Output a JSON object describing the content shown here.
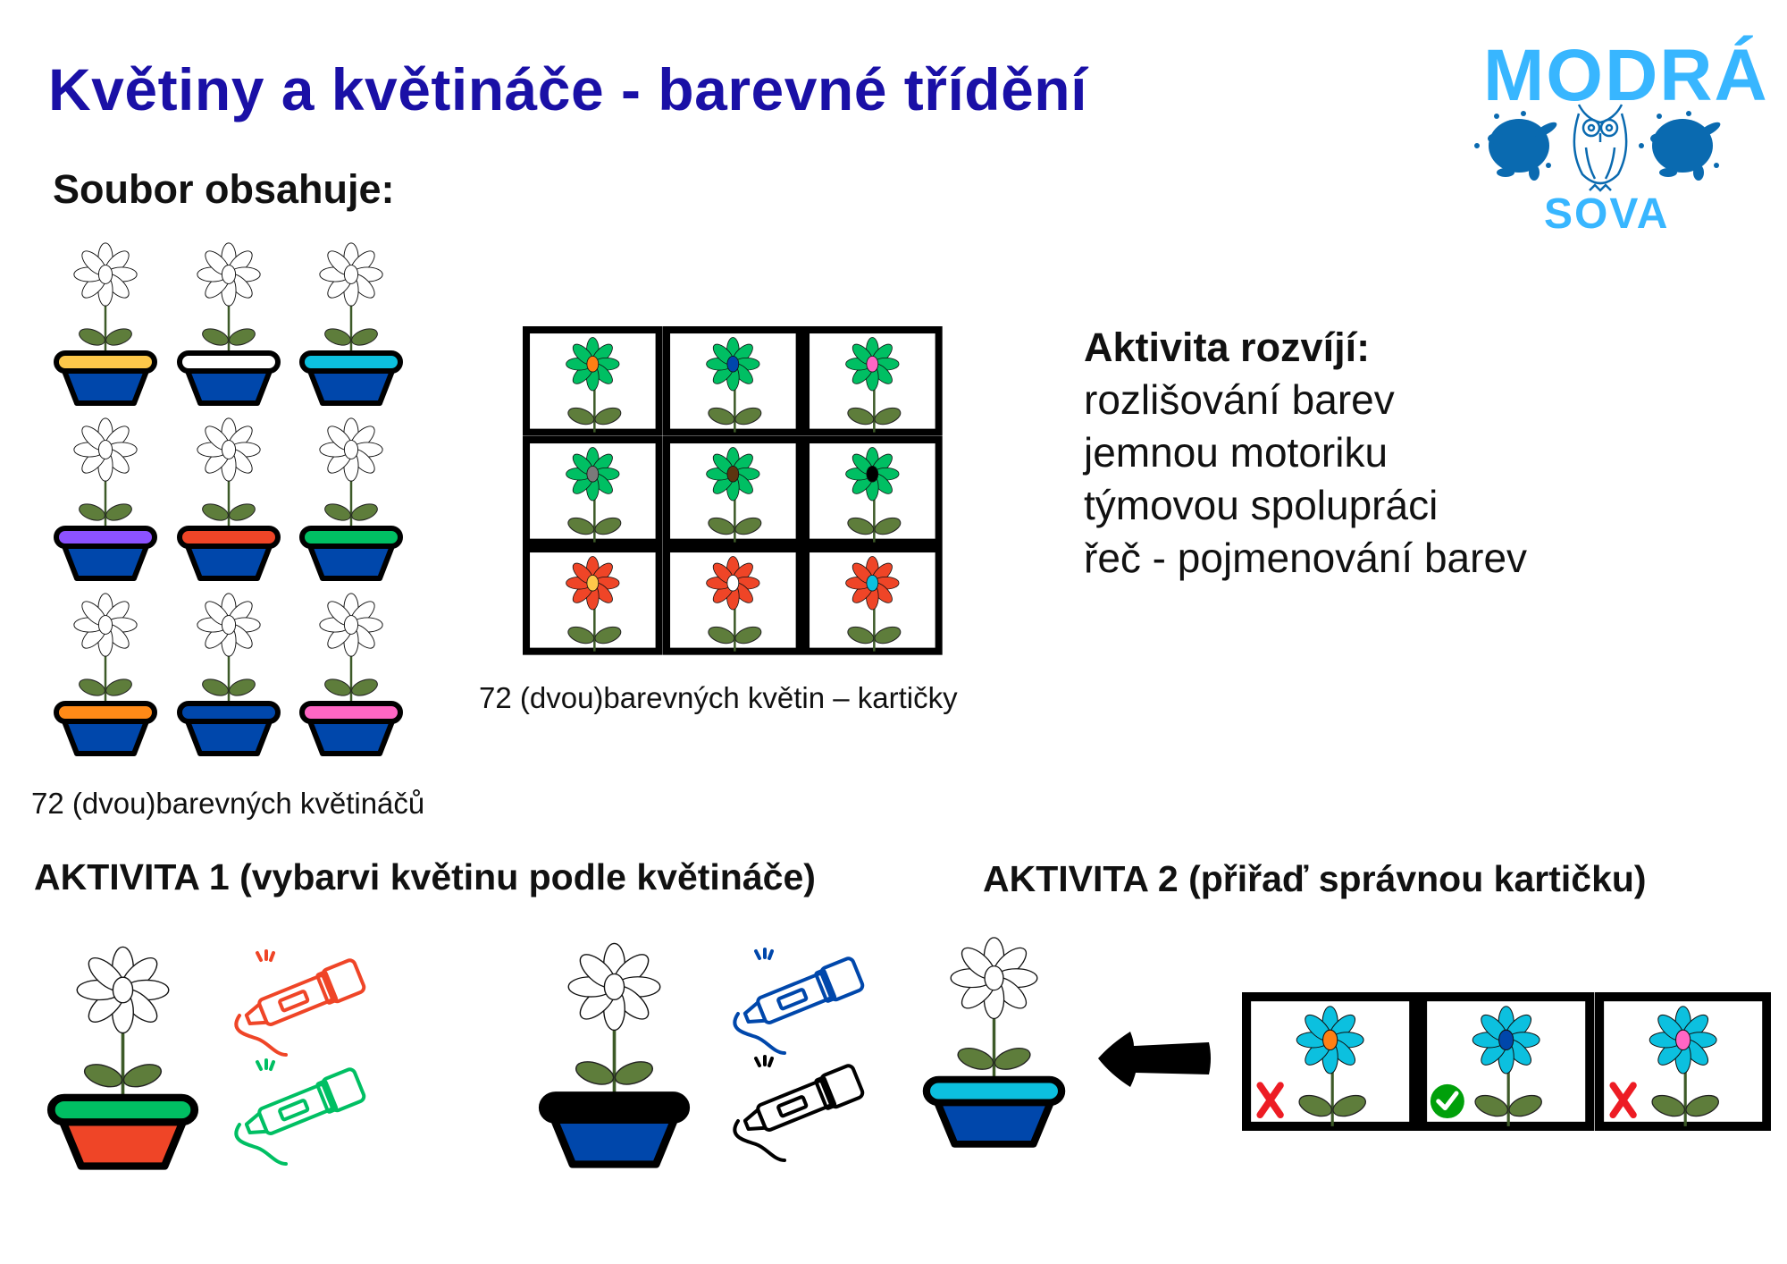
{
  "header": {
    "title": "Květiny a květináče - barevné třídění",
    "title_color": "#1a10a6"
  },
  "logo": {
    "top_text": "MODRÁ",
    "bottom_text": "SOVA",
    "text_color": "#38b6ff",
    "splash_color": "#0a6ab0"
  },
  "contents": {
    "heading": "Soubor obsahuje:",
    "pots": {
      "rim_colors": [
        "#fdc84a",
        "#ffffff",
        "#0cc0df",
        "#8c52ff",
        "#ef4527",
        "#00bf63",
        "#ff8a17",
        "#0047ab",
        "#ff66c4"
      ],
      "body_color": "#0047ab",
      "caption": "72 (dvou)barevných květináčů"
    },
    "cards": {
      "items": [
        {
          "petal": "#00bf63",
          "center": "#ff7f14"
        },
        {
          "petal": "#00bf63",
          "center": "#0047ab"
        },
        {
          "petal": "#00bf63",
          "center": "#ff66c4"
        },
        {
          "petal": "#00bf63",
          "center": "#7a7a7a"
        },
        {
          "petal": "#00bf63",
          "center": "#5c3510"
        },
        {
          "petal": "#00bf63",
          "center": "#000000"
        },
        {
          "petal": "#ef4527",
          "center": "#ffc94a"
        },
        {
          "petal": "#ef4527",
          "center": "#ffffff"
        },
        {
          "petal": "#ef4527",
          "center": "#0cc0df"
        }
      ],
      "caption": "72 (dvou)barevných květin – kartičky"
    }
  },
  "skills": {
    "heading": "Aktivita rozvíjí:",
    "items": [
      "rozlišování barev",
      "jemnou motoriku",
      "týmovou spolupráci",
      "řeč - pojmenování barev"
    ]
  },
  "activity1": {
    "heading": "AKTIVITA 1 (vybarvi květinu podle květináče)",
    "examples": [
      {
        "rim": "#00bf63",
        "body": "#ef4527",
        "markers": [
          "#ef4527",
          "#00bf63"
        ]
      },
      {
        "rim": "#000000",
        "body": "#0047ab",
        "markers": [
          "#0047ab",
          "#000000"
        ]
      }
    ]
  },
  "activity2": {
    "heading": "AKTIVITA 2 (přiřaď správnou kartičku)",
    "pot": {
      "rim": "#0cc0df",
      "body": "#0047ab"
    },
    "choices": [
      {
        "petal": "#0cc0df",
        "center": "#ff7f14",
        "mark": "cross"
      },
      {
        "petal": "#0cc0df",
        "center": "#0047ab",
        "mark": "check"
      },
      {
        "petal": "#0cc0df",
        "center": "#ff66c4",
        "mark": "cross"
      }
    ]
  }
}
